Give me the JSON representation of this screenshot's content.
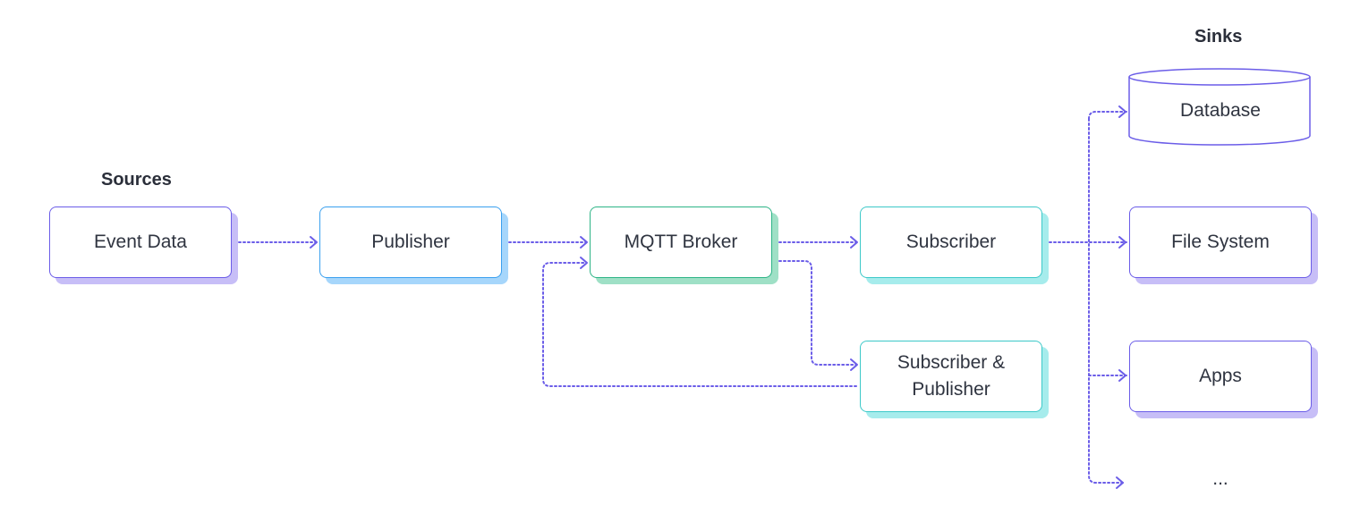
{
  "headings": {
    "sources": "Sources",
    "sinks": "Sinks"
  },
  "nodes": {
    "event_data": "Event Data",
    "publisher": "Publisher",
    "broker": "MQTT Broker",
    "subscriber": "Subscriber",
    "subscriber_publisher_line1": "Subscriber &",
    "subscriber_publisher_line2": "Publisher",
    "database": "Database",
    "file_system": "File System",
    "apps": "Apps",
    "more": "..."
  },
  "colors": {
    "connector": "#6b5de8",
    "source_border": "#6b5de8",
    "publisher_border": "#3aa0ef",
    "broker_border": "#2db486",
    "subscriber_border": "#3cc9c9",
    "sink_border": "#6b5de8"
  }
}
